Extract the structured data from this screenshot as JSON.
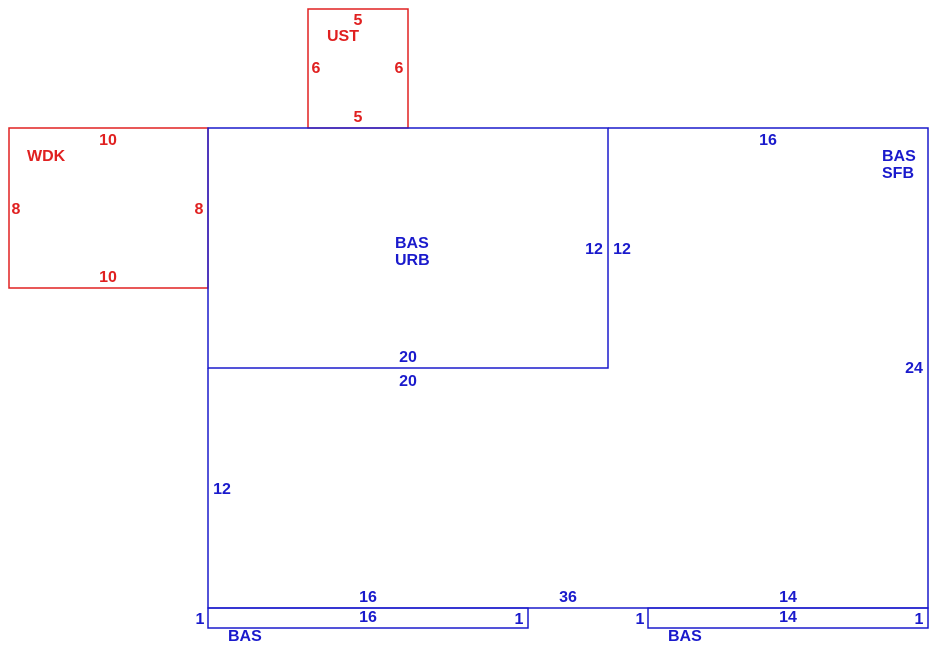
{
  "colors": {
    "red": "#e02020",
    "blue": "#1a1acc"
  },
  "ust": {
    "label": "UST",
    "top": "5",
    "bottom": "5",
    "left": "6",
    "right": "6"
  },
  "wdk": {
    "label": "WDK",
    "top": "10",
    "bottom": "10",
    "left": "8",
    "right": "8"
  },
  "bas_urb": {
    "label1": "BAS",
    "label2": "URB",
    "right": "12",
    "bottom": "20"
  },
  "sfb": {
    "label1": "BAS",
    "label2": "SFB",
    "top": "16",
    "inner_left": "12",
    "right": "24"
  },
  "lower": {
    "top": "20",
    "left": "12",
    "bottom_total": "36"
  },
  "bas_left": {
    "label": "BAS",
    "top_outer": "16",
    "top_inner": "16",
    "left": "1",
    "right": "1"
  },
  "bas_right": {
    "label": "BAS",
    "top_outer": "14",
    "top_inner": "14",
    "left": "1",
    "right": "1"
  }
}
